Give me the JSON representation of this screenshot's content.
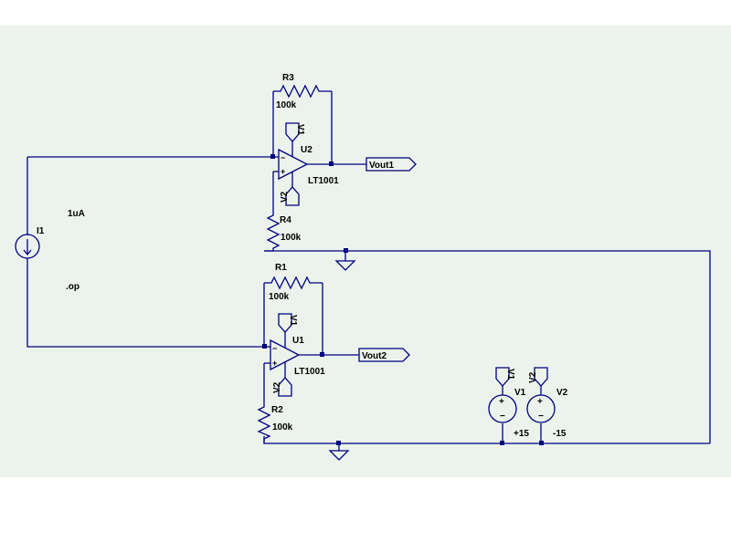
{
  "colors": {
    "canvas_bg": "#ECF3EC",
    "wire": "#000080",
    "page_bg": "#FFFFFF"
  },
  "components": {
    "r3": {
      "name": "R3",
      "value": "100k"
    },
    "r4": {
      "name": "R4",
      "value": "100k"
    },
    "r1": {
      "name": "R1",
      "value": "100k"
    },
    "r2": {
      "name": "R2",
      "value": "100k"
    },
    "u2": {
      "name": "U2",
      "model": "LT1001"
    },
    "u1": {
      "name": "U1",
      "model": "LT1001"
    },
    "i1": {
      "name": "I1",
      "value": "1uA"
    },
    "v1": {
      "name": "V1",
      "value": "+15"
    },
    "v2": {
      "name": "V2",
      "value": "-15"
    }
  },
  "net_labels": {
    "vout1": "Vout1",
    "vout2": "Vout2",
    "v1": "V1",
    "v2": "V2"
  },
  "directive": ".op",
  "icons": [
    "current-source-icon",
    "voltage-source-icon",
    "ground-icon",
    "resistor-icon",
    "opamp-icon"
  ]
}
